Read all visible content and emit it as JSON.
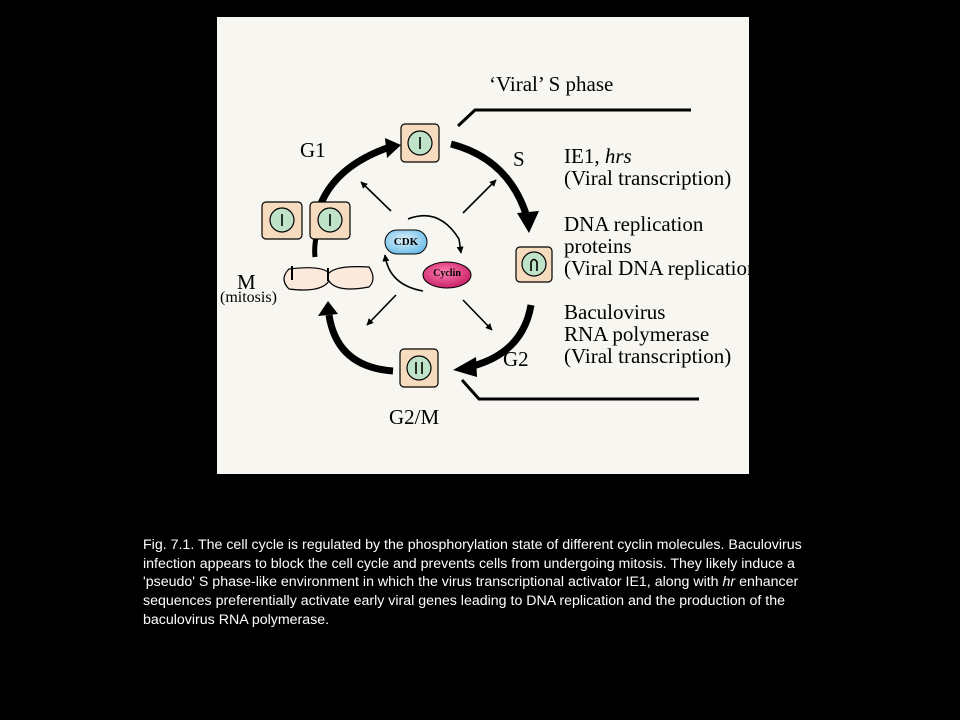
{
  "diagram": {
    "title": "‘Viral’ S phase",
    "phases": {
      "g1": "G1",
      "s": "S",
      "g2": "G2",
      "g2m": "G2/M",
      "m": "M",
      "mitosis": "(mitosis)"
    },
    "center": {
      "cdk": "CDK",
      "cyclin": "Cyclin"
    },
    "annotations": [
      {
        "lines": [
          "IE1, ",
          "hrs",
          "(Viral transcription)"
        ]
      },
      {
        "lines": [
          "DNA replication",
          "proteins",
          "(Viral DNA replication)"
        ]
      },
      {
        "lines": [
          "Baculovirus",
          "RNA polymerase",
          "(Viral transcription)"
        ]
      }
    ],
    "colors": {
      "cell_fill": "#f7dbbf",
      "nucleus_fill": "#bfe3c9",
      "cdk_fill": "#8fd0f2",
      "cyclin_fill": "#e02c78",
      "panel_bg": "#f7f6f1"
    }
  },
  "caption": {
    "part1": "Fig. 7.1.  The cell cycle is regulated by the phosphorylation state of different cyclin molecules. Baculovirus infection appears to block the cell cycle and prevents  cells from undergoing mitosis. They likely induce a 'pseudo' S phase-like environment in which the virus transcriptional activator IE1, along with ",
    "italic": "hr",
    "part2": " enhancer sequences preferentially activate early viral genes leading to DNA replication and the production of the baculovirus RNA polymerase."
  }
}
